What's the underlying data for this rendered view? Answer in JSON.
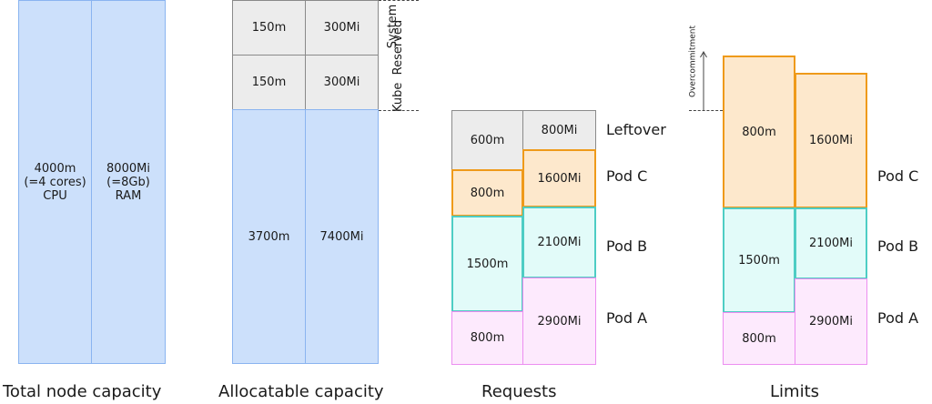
{
  "total": {
    "cpu_text": "4000m\n(=4 cores)\nCPU",
    "ram_text": "8000Mi\n(=8Gb)\nRAM",
    "caption": "Total node capacity"
  },
  "allocatable": {
    "system_cpu": "150m",
    "system_ram": "300Mi",
    "kube_cpu": "150m",
    "kube_ram": "300Mi",
    "cpu": "3700m",
    "ram": "7400Mi",
    "system_label": "System",
    "reserved_label": "Kube  Reserved",
    "caption": "Allocatable capacity"
  },
  "requests": {
    "leftover_cpu": "600m",
    "leftover_ram": "800Mi",
    "podc_cpu": "800m",
    "podc_ram": "1600Mi",
    "podb_cpu": "1500m",
    "podb_ram": "2100Mi",
    "poda_cpu": "800m",
    "poda_ram": "2900Mi",
    "leftover_label": "Leftover",
    "podc_label": "Pod C",
    "podb_label": "Pod B",
    "poda_label": "Pod A",
    "caption": "Requests"
  },
  "limits": {
    "podc_cpu": "800m",
    "podc_ram": "1600Mi",
    "podb_cpu": "1500m",
    "podb_ram": "2100Mi",
    "poda_cpu": "800m",
    "poda_ram": "2900Mi",
    "overcommit_label": "Overcommitment",
    "podc_label": "Pod C",
    "podb_label": "Pod B",
    "poda_label": "Pod A",
    "caption": "Limits"
  }
}
